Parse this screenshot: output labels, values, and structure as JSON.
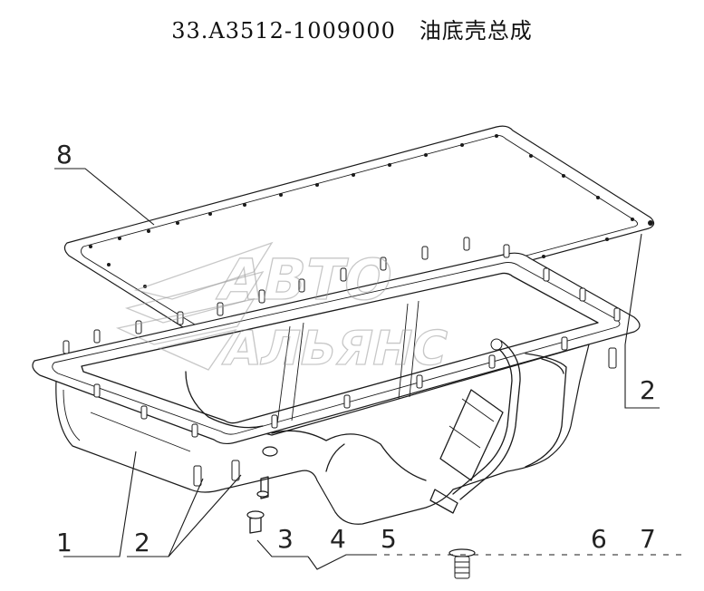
{
  "header": {
    "title": "33.A3512-1009000   油底壳总成"
  },
  "callouts": {
    "c1": "1",
    "c2a": "2",
    "c2b": "2",
    "c3": "3",
    "c4": "4",
    "c5": "5",
    "c6": "6",
    "c7": "7",
    "c8": "8"
  },
  "watermark": {
    "line1": "АВТО",
    "line2": "АЛЬЯНС"
  }
}
